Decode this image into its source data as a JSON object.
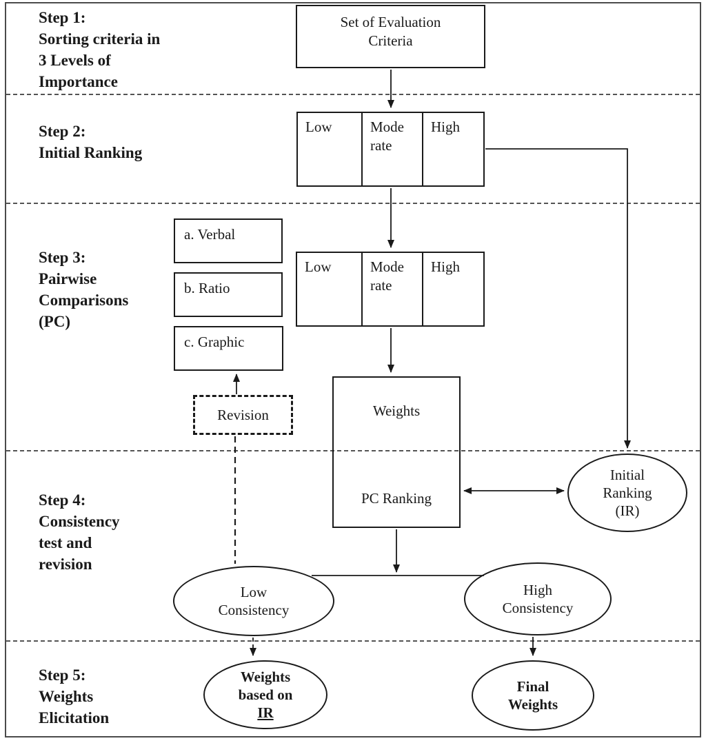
{
  "colors": {
    "shape_line": "#1a1a1a",
    "outer_border": "#4a4a4a",
    "background": "#ffffff"
  },
  "step_labels": [
    {
      "lines": [
        "Step 1:",
        "Sorting criteria in",
        "3 Levels of",
        "Importance"
      ]
    },
    {
      "lines": [
        "Step 2:",
        "Initial Ranking"
      ]
    },
    {
      "lines": [
        "Step 3:",
        "Pairwise",
        "Comparisons",
        "(PC)"
      ]
    },
    {
      "lines": [
        "Step 4:",
        "Consistency",
        "test and",
        "revision"
      ]
    },
    {
      "lines": [
        "Step 5:",
        "Weights",
        "Elicitation"
      ]
    }
  ],
  "nodes": {
    "evaluation_criteria": {
      "lines": [
        "Set of Evaluation",
        "Criteria"
      ]
    },
    "initial_ranking_scale": {
      "cells": [
        "Low",
        "Mode rate",
        "High"
      ]
    },
    "pc_scale": {
      "cells": [
        "Low",
        "Mode rate",
        "High"
      ]
    },
    "pc_modes": {
      "items": [
        "a. Verbal",
        "b. Ratio",
        "c. Graphic"
      ]
    },
    "revision": {
      "label": "Revision"
    },
    "weights_pc_ranking": {
      "top_label": "Weights",
      "bottom_label": "PC Ranking"
    },
    "initial_ranking_ir": {
      "lines": [
        "Initial",
        "Ranking",
        "(IR)"
      ]
    },
    "low_consistency": {
      "lines": [
        "Low",
        "Consistency"
      ]
    },
    "high_consistency": {
      "lines": [
        "High",
        "Consistency"
      ]
    },
    "weights_based_on_ir": {
      "line1": "Weights",
      "line2": "based on",
      "line3": "IR"
    },
    "final_weights": {
      "lines": [
        "Final",
        "Weights"
      ]
    }
  }
}
